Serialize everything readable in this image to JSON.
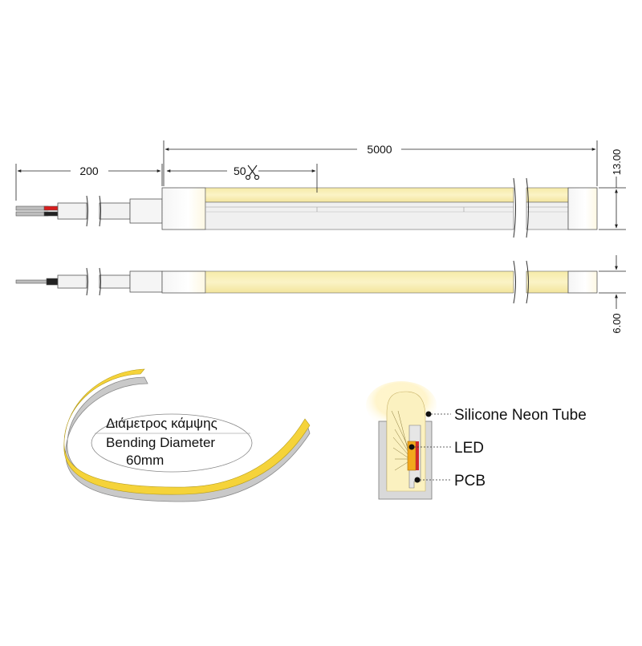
{
  "dimensions": {
    "cable_length": "200",
    "strip_length": "5000",
    "cut_interval": "50",
    "height_top": "13.00",
    "width_side": "6.00"
  },
  "bending": {
    "label_gr": "Διάμετρος κάμψης",
    "label_en": "Bending Diameter",
    "value": "60mm"
  },
  "cross_section": {
    "tube_label": "Silicone Neon Tube",
    "led_label": "LED",
    "pcb_label": "PCB"
  },
  "colors": {
    "neon_yellow": "#f7eeb0",
    "neon_glow": "#fff4c8",
    "led_orange": "#f2a81c",
    "wire_red": "#d81e1e",
    "housing_grey": "#d4d4d4"
  },
  "icons": {
    "cut_mark": "scissors-icon"
  }
}
